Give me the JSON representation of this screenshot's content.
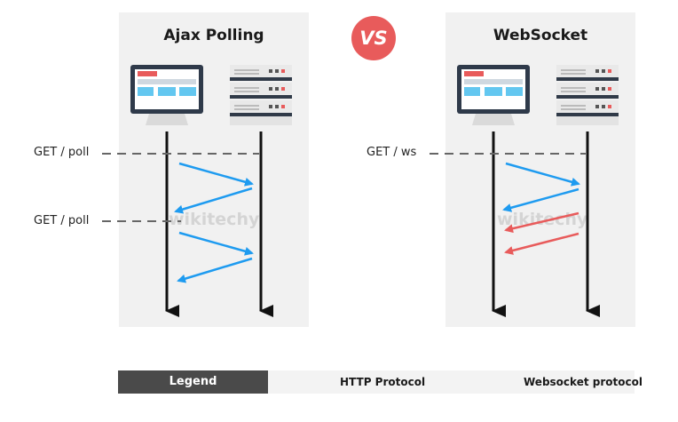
{
  "left_panel": {
    "title": "Ajax Polling"
  },
  "right_panel": {
    "title": "WebSocket"
  },
  "vs_badge": "VS",
  "labels": {
    "get_poll_1": "GET / poll",
    "get_poll_2": "GET / poll",
    "get_ws": "GET / ws"
  },
  "legend": {
    "title": "Legend",
    "http": "HTTP Protocol",
    "websocket": "Websocket protocol"
  },
  "watermark": "wikitechy",
  "colors": {
    "http": "#1e9bf0",
    "websocket": "#e85b5b",
    "panel": "#f1f1f1",
    "timeline": "#111111",
    "dashed": "#666666"
  }
}
